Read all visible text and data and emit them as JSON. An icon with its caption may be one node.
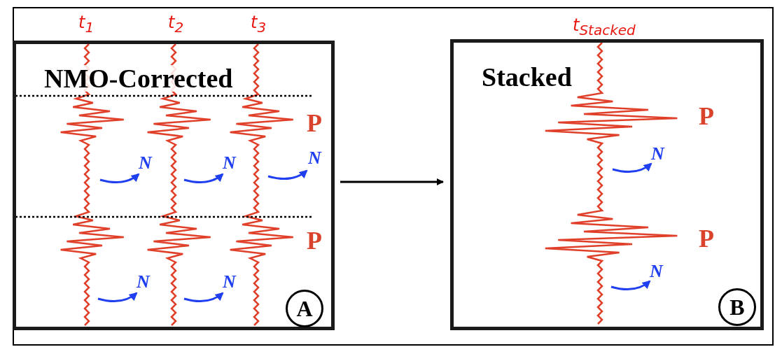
{
  "diagram": {
    "nodes": [
      {
        "text": [
          "NMO-Corrected"
        ]
      },
      {
        "text": [
          "A"
        ],
        "in": 0
      },
      {
        "text": [
          "Stacked"
        ]
      },
      {
        "text": [
          "B"
        ],
        "in": 2
      }
    ],
    "edges": [
      {
        "from": 0,
        "to": 2,
        "arrow": "to"
      }
    ],
    "labels": [
      "t$_{1}$",
      "t$_{2}$",
      "t$_{3}$",
      "t$_{Stacked}$",
      "P",
      "N",
      "N",
      "N",
      "P",
      "N",
      "N",
      "P",
      "N",
      "P",
      "N"
    ]
  }
}
